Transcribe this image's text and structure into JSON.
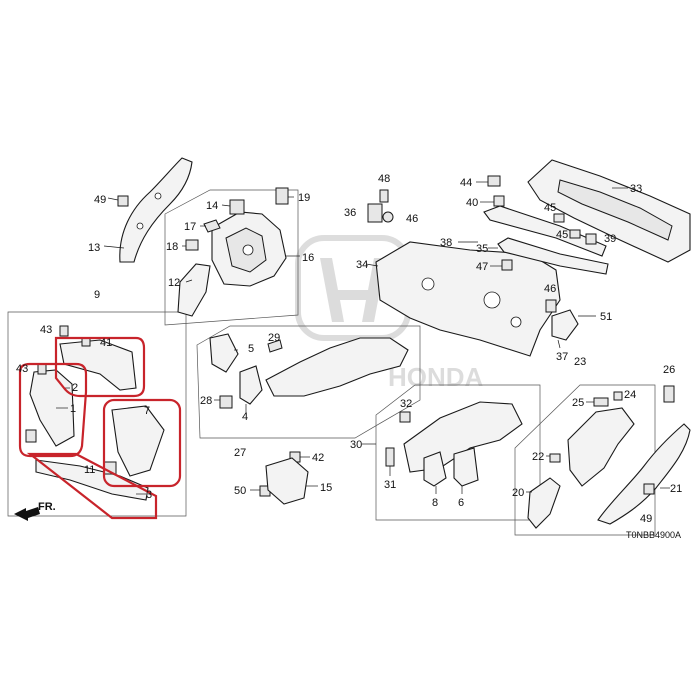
{
  "diagram": {
    "catalog_code": "T0NBB4900A",
    "direction_label": "FR.",
    "watermark": "HONDA",
    "highlight_color": "#c8242b",
    "callouts": [
      "1",
      "2",
      "3",
      "4",
      "5",
      "6",
      "7",
      "8",
      "9",
      "11",
      "12",
      "13",
      "14",
      "15",
      "16",
      "17",
      "18",
      "19",
      "20",
      "21",
      "22",
      "23",
      "24",
      "25",
      "26",
      "27",
      "28",
      "29",
      "30",
      "31",
      "32",
      "33",
      "34",
      "35",
      "36",
      "37",
      "38",
      "39",
      "40",
      "41",
      "42",
      "43",
      "43",
      "44",
      "45",
      "45",
      "46",
      "46",
      "47",
      "48",
      "49",
      "49",
      "50",
      "51"
    ]
  }
}
